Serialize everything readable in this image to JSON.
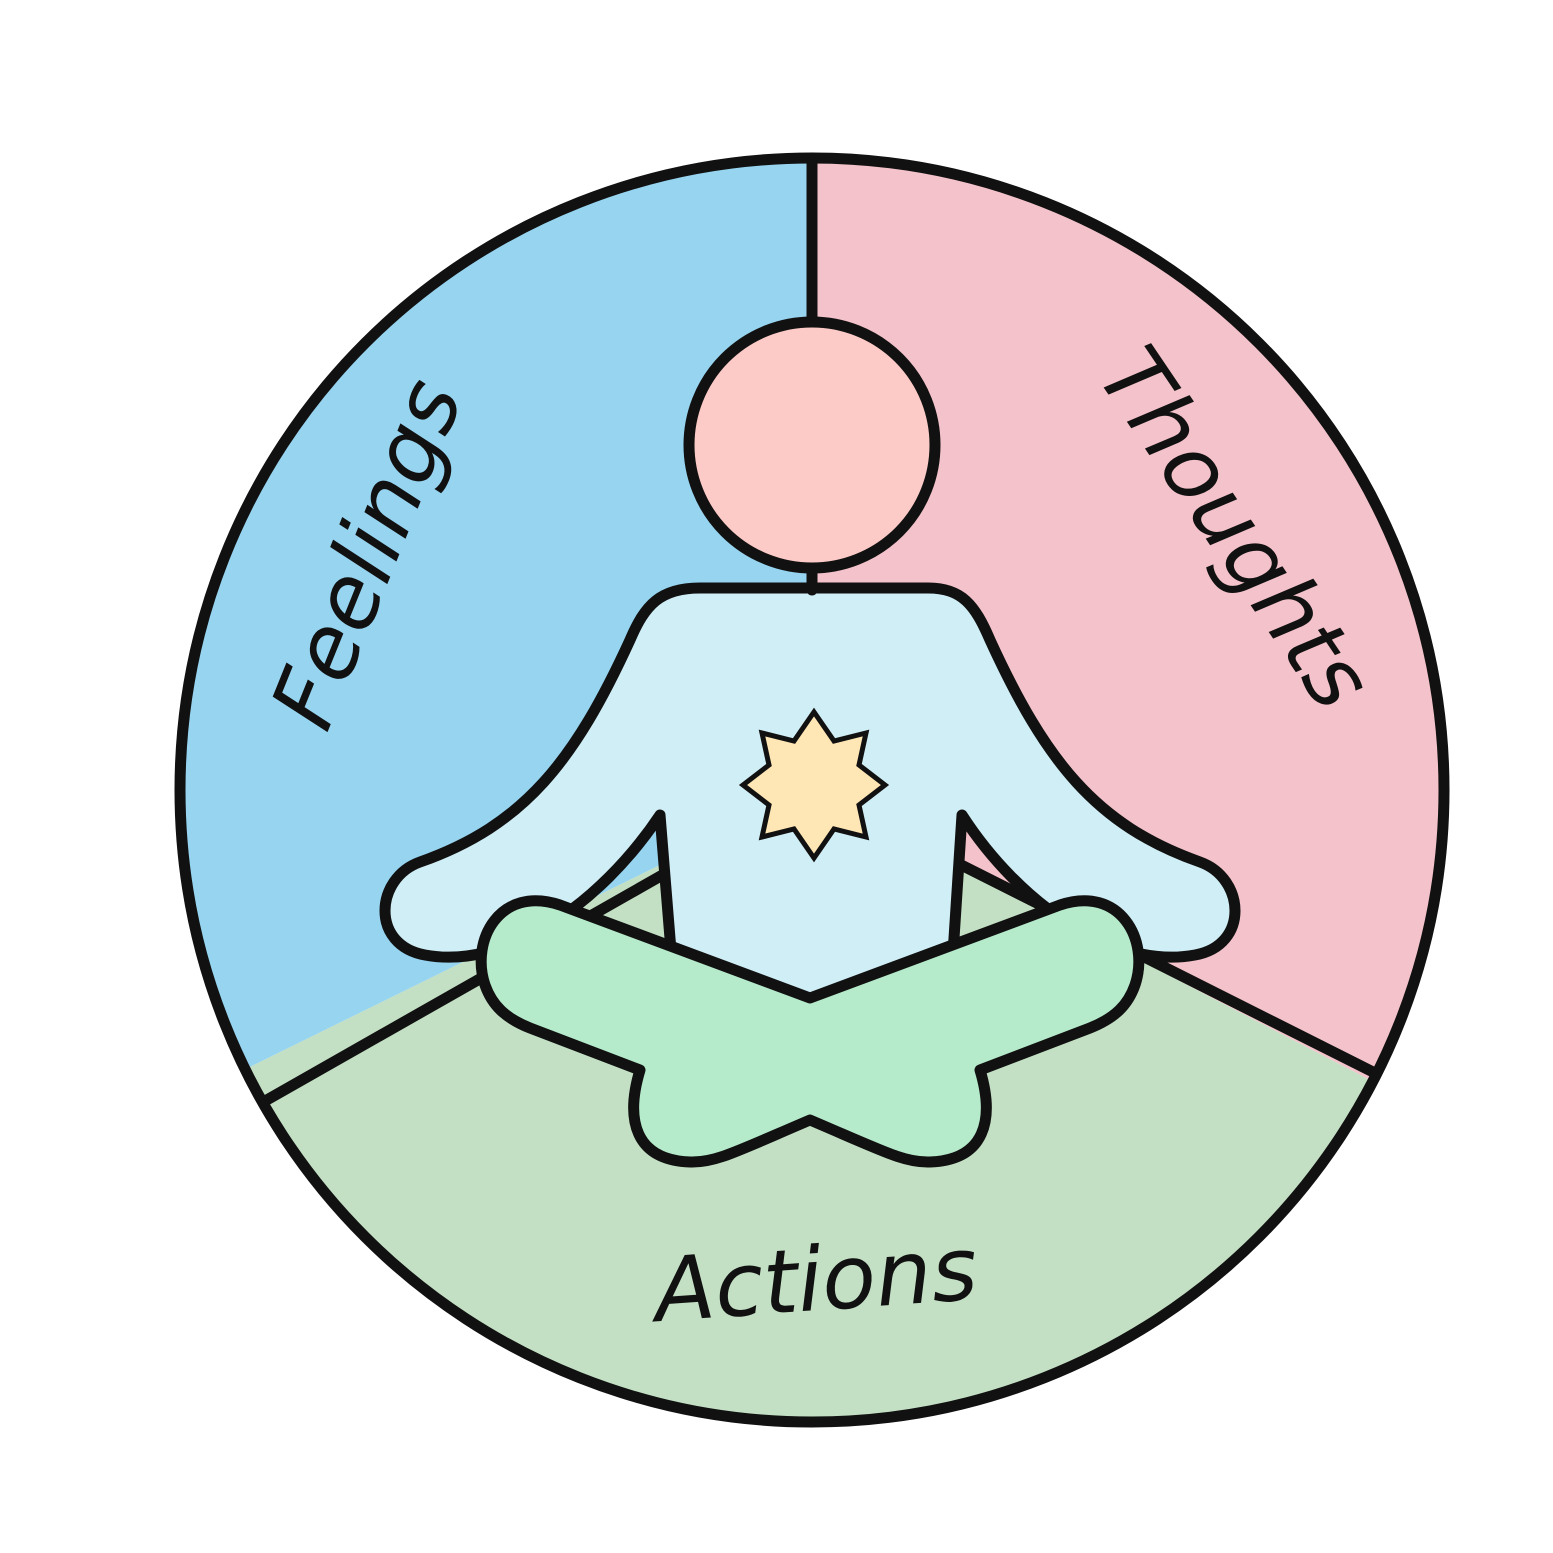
{
  "segments": [
    {
      "id": "thoughts",
      "label": "Thoughts",
      "color": "#F3C2CA"
    },
    {
      "id": "actions",
      "label": "Actions",
      "color": "#C3E0C4"
    },
    {
      "id": "feelings",
      "label": "Feelings",
      "color": "#96D4F0"
    }
  ],
  "figure": {
    "head_color": "#FDCBC7",
    "torso_color": "#D0EEF6",
    "legs_color": "#B5EACB",
    "star_color": "#FFE6B5",
    "outline_color": "#111111"
  }
}
